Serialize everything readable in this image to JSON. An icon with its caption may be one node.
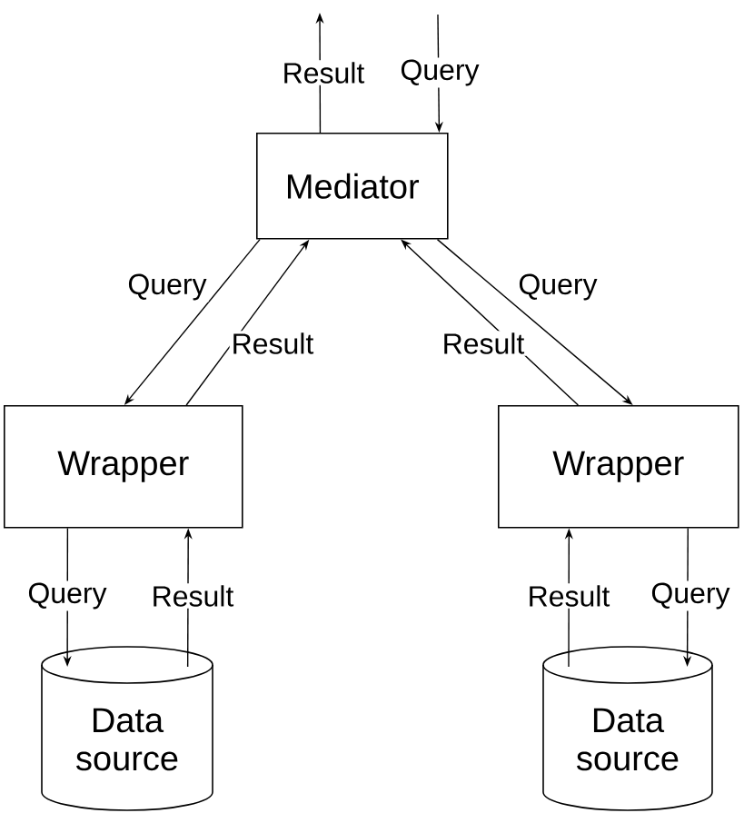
{
  "diagram": {
    "nodes": [
      {
        "text": [
          "Mediator"
        ]
      },
      {
        "text": [
          "Wrapper"
        ]
      },
      {
        "text": [
          "Wrapper"
        ]
      },
      {
        "text": [
          "Data source"
        ]
      },
      {
        "text": [
          "Data source"
        ]
      }
    ],
    "edges": [
      {
        "from": 0,
        "to": null,
        "arrow": "to",
        "label": "Result"
      },
      {
        "from": null,
        "to": 0,
        "arrow": "to",
        "label": "Query"
      },
      {
        "from": 0,
        "to": 1,
        "arrow": "to",
        "label": "Query"
      },
      {
        "from": 1,
        "to": 0,
        "arrow": "to",
        "label": "Result"
      },
      {
        "from": 0,
        "to": 2,
        "arrow": "to",
        "label": "Query"
      },
      {
        "from": 2,
        "to": 0,
        "arrow": "to",
        "label": "Result"
      },
      {
        "from": 1,
        "to": 3,
        "arrow": "to",
        "label": "Query"
      },
      {
        "from": 3,
        "to": 1,
        "arrow": "to",
        "label": "Result"
      },
      {
        "from": 4,
        "to": 2,
        "arrow": "to",
        "label": "Result"
      },
      {
        "from": 2,
        "to": 4,
        "arrow": "to",
        "label": "Query"
      }
    ]
  }
}
